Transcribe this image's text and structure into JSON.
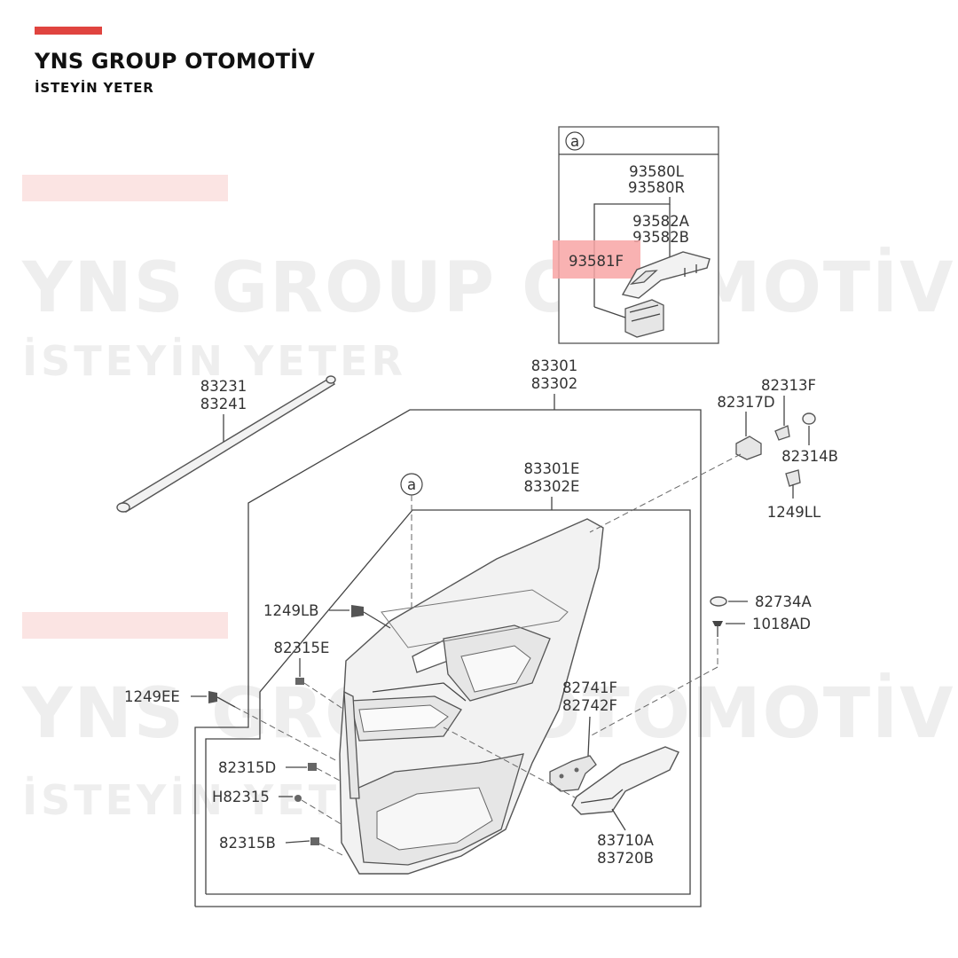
{
  "brand": {
    "name": "YNS GROUP OTOMOTİV",
    "tagline": "İSTEYİN YETER",
    "accent_color": "#e0443f"
  },
  "watermark": {
    "name": "YNS GROUP OTOMOTİV",
    "tagline": "İSTEYİN YETER"
  },
  "diagram": {
    "detail_marker": "a",
    "highlight_color": "#f8a5a5",
    "part_labels": {
      "p93580L": "93580L",
      "p93580R": "93580R",
      "p93582A": "93582A",
      "p93582B": "93582B",
      "p93581F": "93581F",
      "p83301": "83301",
      "p83302": "83302",
      "p83231": "83231",
      "p83241": "83241",
      "p82313F": "82313F",
      "p82317D": "82317D",
      "p82314B": "82314B",
      "p1249LL": "1249LL",
      "p83301E": "83301E",
      "p83302E": "83302E",
      "p82734A": "82734A",
      "p1018AD": "1018AD",
      "p1249LB": "1249LB",
      "p82315E": "82315E",
      "p1249EE": "1249EE",
      "p82741F": "82741F",
      "p82742F": "82742F",
      "p82315D": "82315D",
      "pH82315": "H82315",
      "p82315B": "82315B",
      "p83710A": "83710A",
      "p83720B": "83720B"
    }
  }
}
